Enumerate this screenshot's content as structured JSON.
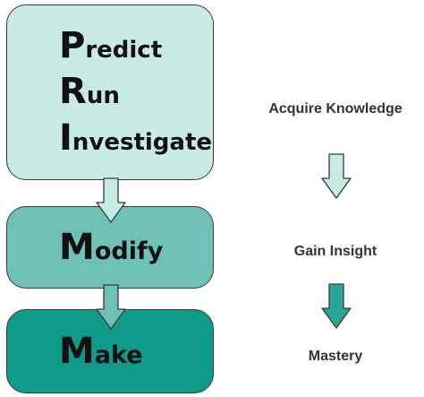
{
  "stages": [
    {
      "words": [
        {
          "cap": "P",
          "rest": "redict"
        },
        {
          "cap": "R",
          "rest": "un"
        },
        {
          "cap": "I",
          "rest": "nvestigate"
        }
      ]
    },
    {
      "words": [
        {
          "cap": "M",
          "rest": "odify"
        }
      ]
    },
    {
      "words": [
        {
          "cap": "M",
          "rest": "ake"
        }
      ]
    }
  ],
  "outcomes": [
    {
      "label": "Acquire Knowledge"
    },
    {
      "label": "Gain Insight"
    },
    {
      "label": "Mastery"
    }
  ],
  "colors": {
    "stage_light": "#c8ebe6",
    "stage_mid": "#6fc0b6",
    "stage_dark": "#0f9a8a",
    "arrow_light": "#c8ebe6",
    "arrow_mid": "#6fc0b6"
  }
}
